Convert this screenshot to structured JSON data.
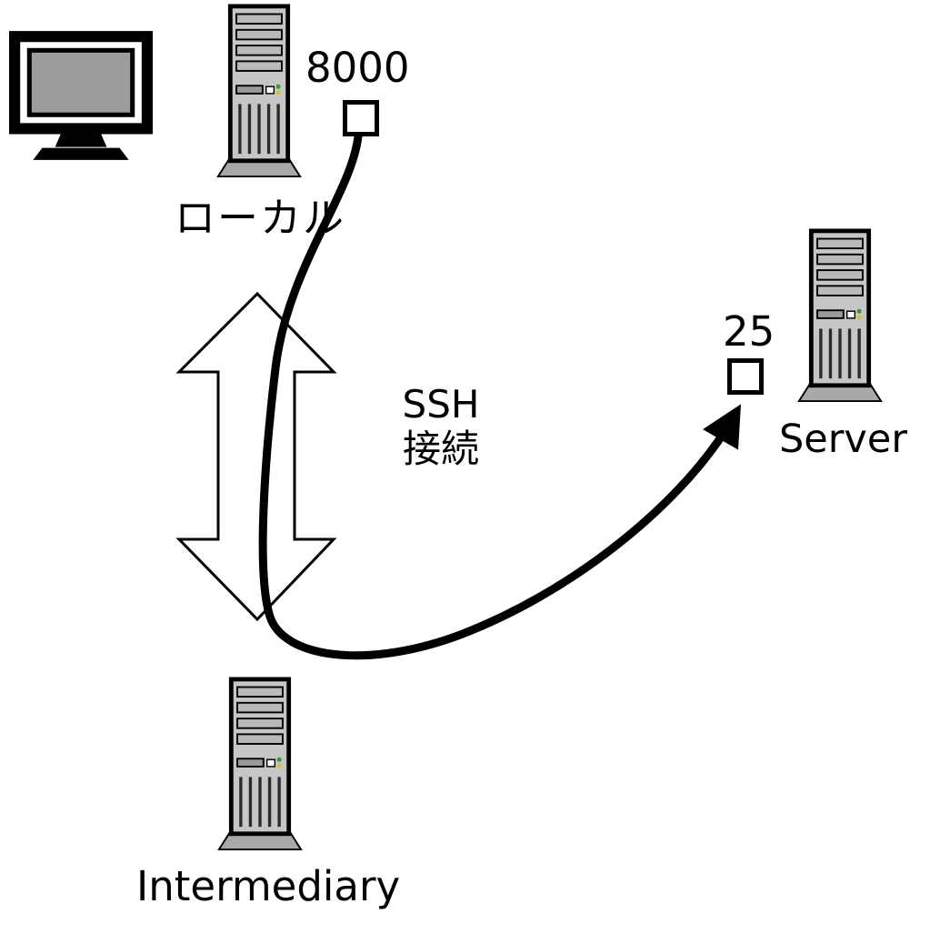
{
  "diagram": {
    "type": "ssh-port-forwarding-diagram",
    "nodes": [
      {
        "id": "local",
        "label": "ローカル",
        "port": "8000",
        "icon": "tower-computer"
      },
      {
        "id": "server",
        "label": "Server",
        "port": "25",
        "icon": "tower-computer"
      },
      {
        "id": "intermediary",
        "label": "Intermediary",
        "icon": "tower-computer"
      }
    ],
    "connection_label": {
      "line1": "SSH",
      "line2": "接続"
    },
    "icons": {
      "monitor": "crt-monitor",
      "ssh_link": "double-headed-arrow",
      "tunnel": "curved-arrow-cable"
    },
    "colors": {
      "outline": "#000000",
      "tower_body": "#c6c6c6",
      "tower_base": "#a9a9a9",
      "tower_bay": "#b9b9b9",
      "tower_slot": "#9a9a9a",
      "monitor_screen": "#9c9c9c",
      "led_green": "#2f9e2f",
      "led_yellow": "#c8c832",
      "arrow_fill": "#ffffff",
      "line": "#000000"
    }
  }
}
